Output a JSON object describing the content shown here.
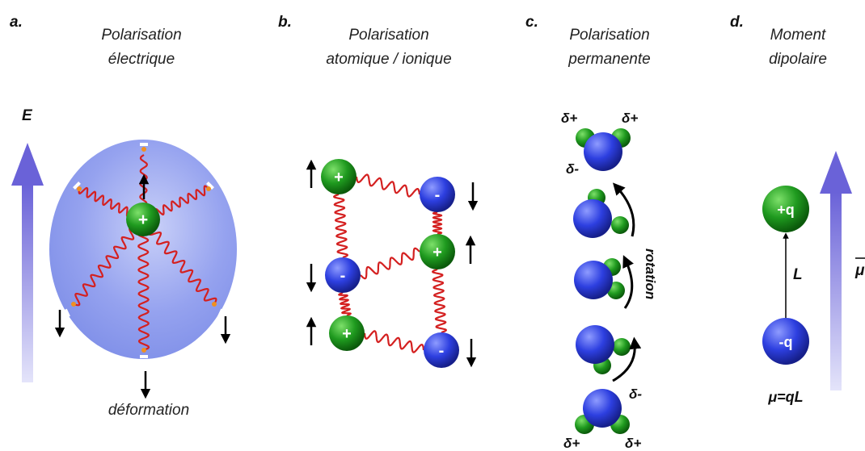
{
  "panels": [
    {
      "letter": "a.",
      "title_line1": "Polarisation",
      "title_line2": "électrique"
    },
    {
      "letter": "b.",
      "title_line1": "Polarisation",
      "title_line2": "atomique / ionique"
    },
    {
      "letter": "c.",
      "title_line1": "Polarisation",
      "title_line2": "permanente"
    },
    {
      "letter": "d.",
      "title_line1": "Moment",
      "title_line2": "dipolaire"
    }
  ],
  "labels": {
    "field": "E",
    "deformation": "déformation",
    "rotation": "rotation",
    "delta_plus": "δ+",
    "delta_minus": "δ-",
    "plus": "+",
    "minus": "-",
    "plus_q": "+q",
    "minus_q": "-q",
    "length": "L",
    "mu": "μ",
    "formula": "μ=qL"
  },
  "colors": {
    "positive": "#1f9a1f",
    "negative": "#2d3fe0",
    "spring": "#d42020",
    "field_arrow": "#6a62d8",
    "cloud": "#8e9cee"
  }
}
